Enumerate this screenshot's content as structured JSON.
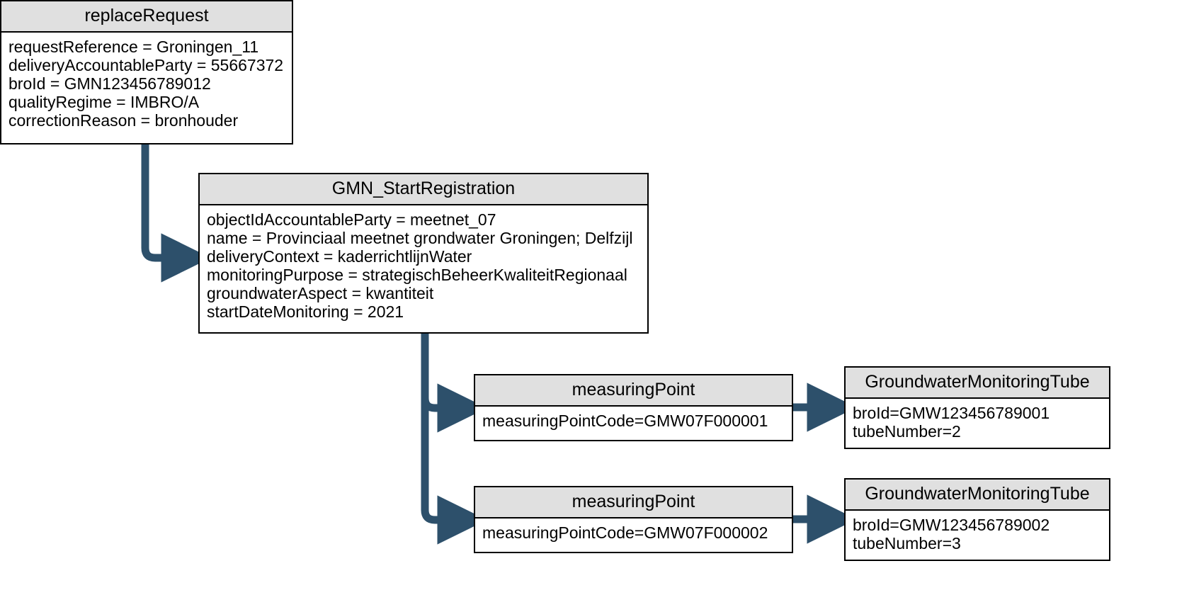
{
  "diagram": {
    "title": "replaceRequest GMN_StartRegistration object diagram",
    "accent_color": "#2d506b",
    "header_fill": "#e0e0e0",
    "box_border": "#000000",
    "background": "#ffffff"
  },
  "boxes": {
    "replace_request": {
      "title": "replaceRequest",
      "attributes": [
        "requestReference = Groningen_11",
        "deliveryAccountableParty = 55667372",
        "broId = GMN123456789012",
        "qualityRegime = IMBRO/A",
        "correctionReason = bronhouder"
      ]
    },
    "gmn_start_registration": {
      "title": "GMN_StartRegistration",
      "attributes": [
        "objectIdAccountableParty = meetnet_07",
        "name = Provinciaal meetnet grondwater Groningen; Delfzijl",
        "deliveryContext = kaderrichtlijnWater",
        "monitoringPurpose = strategischBeheerKwaliteitRegionaal",
        "groundwaterAspect = kwantiteit",
        "startDateMonitoring = 2021"
      ]
    },
    "measuring_point_1": {
      "title": "measuringPoint",
      "attributes": [
        "measuringPointCode=GMW07F000001"
      ]
    },
    "measuring_point_2": {
      "title": "measuringPoint",
      "attributes": [
        "measuringPointCode=GMW07F000002"
      ]
    },
    "tube_1": {
      "title": "GroundwaterMonitoringTube",
      "attributes": [
        "broId=GMW123456789001",
        "tubeNumber=2"
      ]
    },
    "tube_2": {
      "title": "GroundwaterMonitoringTube",
      "attributes": [
        "broId=GMW123456789002",
        "tubeNumber=3"
      ]
    }
  }
}
